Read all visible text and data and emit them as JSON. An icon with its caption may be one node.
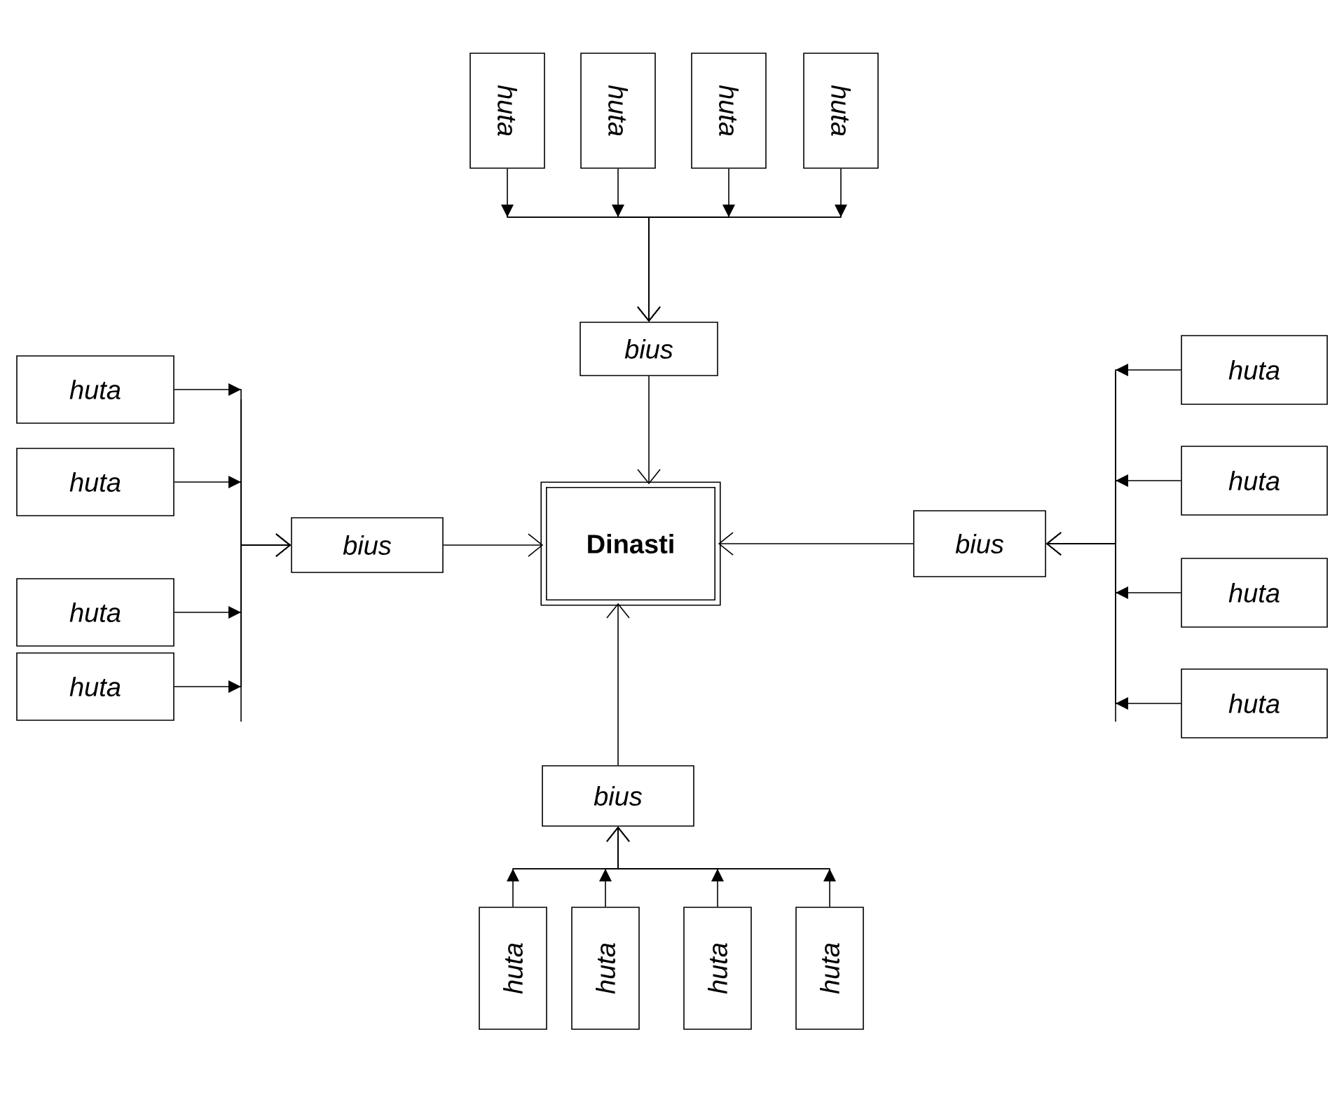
{
  "diagram": {
    "nodes": [
      {
        "text": [
          "Dinasti"
        ]
      },
      {
        "text": [
          "bius"
        ]
      },
      {
        "text": [
          "bius"
        ]
      },
      {
        "text": [
          "bius"
        ]
      },
      {
        "text": [
          "bius"
        ]
      },
      {
        "text": [
          "huta"
        ]
      },
      {
        "text": [
          "huta"
        ]
      },
      {
        "text": [
          "huta"
        ]
      },
      {
        "text": [
          "huta"
        ]
      },
      {
        "text": [
          "huta"
        ]
      },
      {
        "text": [
          "huta"
        ]
      },
      {
        "text": [
          "huta"
        ]
      },
      {
        "text": [
          "huta"
        ]
      },
      {
        "text": [
          "huta"
        ]
      },
      {
        "text": [
          "huta"
        ]
      },
      {
        "text": [
          "huta"
        ]
      },
      {
        "text": [
          "huta"
        ]
      },
      {
        "text": [
          "huta"
        ]
      },
      {
        "text": [
          "huta"
        ]
      },
      {
        "text": [
          "huta"
        ]
      },
      {
        "text": [
          "huta"
        ]
      }
    ],
    "edges": [
      {
        "from": 5,
        "to": 1,
        "arrow": "to"
      },
      {
        "from": 6,
        "to": 1,
        "arrow": "to"
      },
      {
        "from": 7,
        "to": 1,
        "arrow": "to"
      },
      {
        "from": 8,
        "to": 1,
        "arrow": "to"
      },
      {
        "from": 9,
        "to": 2,
        "arrow": "to"
      },
      {
        "from": 10,
        "to": 2,
        "arrow": "to"
      },
      {
        "from": 11,
        "to": 2,
        "arrow": "to"
      },
      {
        "from": 12,
        "to": 2,
        "arrow": "to"
      },
      {
        "from": 13,
        "to": 3,
        "arrow": "to"
      },
      {
        "from": 14,
        "to": 3,
        "arrow": "to"
      },
      {
        "from": 15,
        "to": 3,
        "arrow": "to"
      },
      {
        "from": 16,
        "to": 3,
        "arrow": "to"
      },
      {
        "from": 17,
        "to": 4,
        "arrow": "to"
      },
      {
        "from": 18,
        "to": 4,
        "arrow": "to"
      },
      {
        "from": 19,
        "to": 4,
        "arrow": "to"
      },
      {
        "from": 20,
        "to": 4,
        "arrow": "to"
      },
      {
        "from": 1,
        "to": 0,
        "arrow": "to"
      },
      {
        "from": 2,
        "to": 0,
        "arrow": "to"
      },
      {
        "from": 3,
        "to": 0,
        "arrow": "to"
      },
      {
        "from": 4,
        "to": 0,
        "arrow": "to"
      }
    ]
  }
}
